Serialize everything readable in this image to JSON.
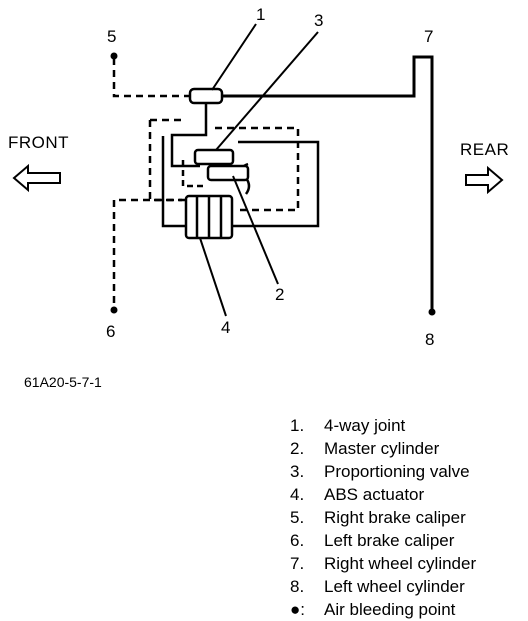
{
  "labels": {
    "n1": "1",
    "n2": "2",
    "n3": "3",
    "n4": "4",
    "n5": "5",
    "n6": "6",
    "n7": "7",
    "n8": "8",
    "front": "FRONT",
    "rear": "REAR"
  },
  "figure_id": "61A20-5-7-1",
  "legend": [
    {
      "key": "1.",
      "text": "4-way joint"
    },
    {
      "key": "2.",
      "text": "Master cylinder"
    },
    {
      "key": "3.",
      "text": "Proportioning valve"
    },
    {
      "key": "4.",
      "text": "ABS actuator"
    },
    {
      "key": "5.",
      "text": "Right brake caliper"
    },
    {
      "key": "6.",
      "text": "Left brake caliper"
    },
    {
      "key": "7.",
      "text": "Right wheel cylinder"
    },
    {
      "key": "8.",
      "text": "Left wheel cylinder"
    },
    {
      "key": "●:",
      "text": "Air bleeding point"
    }
  ]
}
